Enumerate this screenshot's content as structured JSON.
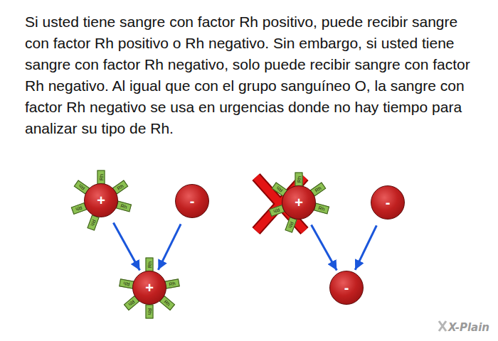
{
  "diagram": {
    "nodes": [
      {
        "text": [
          "+"
        ]
      },
      {
        "text": [
          "-"
        ]
      },
      {
        "text": [
          "+"
        ]
      },
      {
        "text": [
          "+"
        ]
      },
      {
        "text": [
          "-"
        ]
      },
      {
        "text": [
          "-"
        ]
      }
    ],
    "edges": [
      {
        "from": 0,
        "to": 2,
        "arrow": "to"
      },
      {
        "from": 1,
        "to": 2,
        "arrow": "to"
      },
      {
        "from": 3,
        "to": 5,
        "arrow": "to"
      },
      {
        "from": 4,
        "to": 5,
        "arrow": "to"
      }
    ],
    "labels": [
      "Si usted tiene sangre con factor Rh positivo, puede recibir sangre con factor Rh positivo o Rh negativo. Sin embargo, si usted tiene sangre con factor Rh negativo, solo puede recibir sangre con factor Rh negativo. Al igual que con el grupo sanguíneo O, la sangre con factor Rh negativo se usa en urgencias donde no hay tiempo para analizar su tipo de Rh.",
      "Rh",
      "Rh",
      "Rh",
      "Rh",
      "Rh",
      "Rh",
      "Rh",
      "Rh",
      "Rh",
      "Rh",
      "Rh",
      "Rh",
      "Rh",
      "Rh",
      "Rh",
      "Rh",
      "Rh",
      "Rh",
      "X-Plain"
    ]
  }
}
